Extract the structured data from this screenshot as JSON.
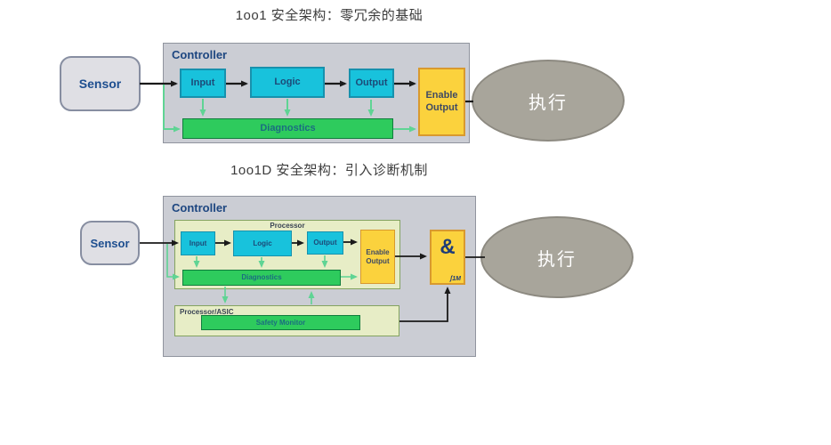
{
  "diagram1": {
    "title": "1oo1 安全架构：零冗余的基础",
    "sensor_label": "Sensor",
    "controller_label": "Controller",
    "input_label": "Input",
    "logic_label": "Logic",
    "output_label": "Output",
    "diagnostics_label": "Diagnostics",
    "enable_output_label": "Enable Output",
    "actuator_label": "执行"
  },
  "diagram2": {
    "title": "1oo1D 安全架构：引入诊断机制",
    "sensor_label": "Sensor",
    "controller_label": "Controller",
    "processor_label": "Processor",
    "input_label": "Input",
    "logic_label": "Logic",
    "output_label": "Output",
    "diagnostics_label": "Diagnostics",
    "enable_output_label": "Enable Output",
    "and_gate_label": "&",
    "and_gate_pulse_label": "ʃ1M",
    "processor_asic_label": "Processor/ASIC",
    "safety_monitor_label": "Safety Monitor",
    "actuator_label": "执行"
  },
  "colors": {
    "cyan_block": "#18c2dc",
    "green_block": "#2ecb5d",
    "yellow_block": "#fbd23d",
    "controller_fill": "#cbcdd4",
    "panel_fill": "#e7edc6",
    "ellipse_fill": "#a8a59b",
    "arrow_black": "#1a1a1a",
    "arrow_green": "#5fd494"
  }
}
